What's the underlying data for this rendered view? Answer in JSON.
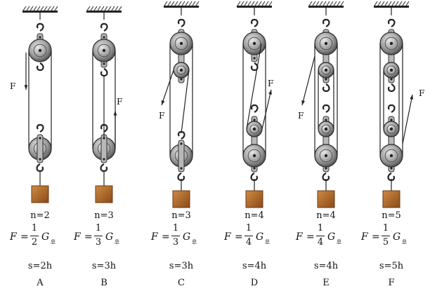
{
  "diagrams": [
    {
      "id": "A",
      "n_label": "n=2",
      "numerator": "1",
      "denominator": "2",
      "variable": "F",
      "equals": "=",
      "g": "G",
      "sub": "总",
      "s_label": "s=2h",
      "force_label": "F"
    },
    {
      "id": "B",
      "n_label": "n=3",
      "numerator": "1",
      "denominator": "3",
      "variable": "F",
      "equals": "=",
      "g": "G",
      "sub": "总",
      "s_label": "s=3h",
      "force_label": "F"
    },
    {
      "id": "C",
      "n_label": "n=3",
      "numerator": "1",
      "denominator": "3",
      "variable": "F",
      "equals": "=",
      "g": "G",
      "sub": "总",
      "s_label": "s=3h",
      "force_label": "F"
    },
    {
      "id": "D",
      "n_label": "n=4",
      "numerator": "1",
      "denominator": "4",
      "variable": "F",
      "equals": "=",
      "g": "G",
      "sub": "总",
      "s_label": "s=4h",
      "force_label": "F"
    },
    {
      "id": "E",
      "n_label": "n=4",
      "numerator": "1",
      "denominator": "4",
      "variable": "F",
      "equals": "=",
      "g": "G",
      "sub": "总",
      "s_label": "s=4h",
      "force_label": "F"
    },
    {
      "id": "F",
      "n_label": "n=5",
      "numerator": "1",
      "denominator": "5",
      "variable": "F",
      "equals": "=",
      "g": "G",
      "sub": "总",
      "s_label": "s=5h",
      "force_label": "F"
    }
  ],
  "colors": {
    "pulley": "#9a9a9a",
    "pulley_dark": "#3a3a3a",
    "rope": "#222222",
    "box": "#b06a2a",
    "box_edge": "#6b3a12"
  }
}
